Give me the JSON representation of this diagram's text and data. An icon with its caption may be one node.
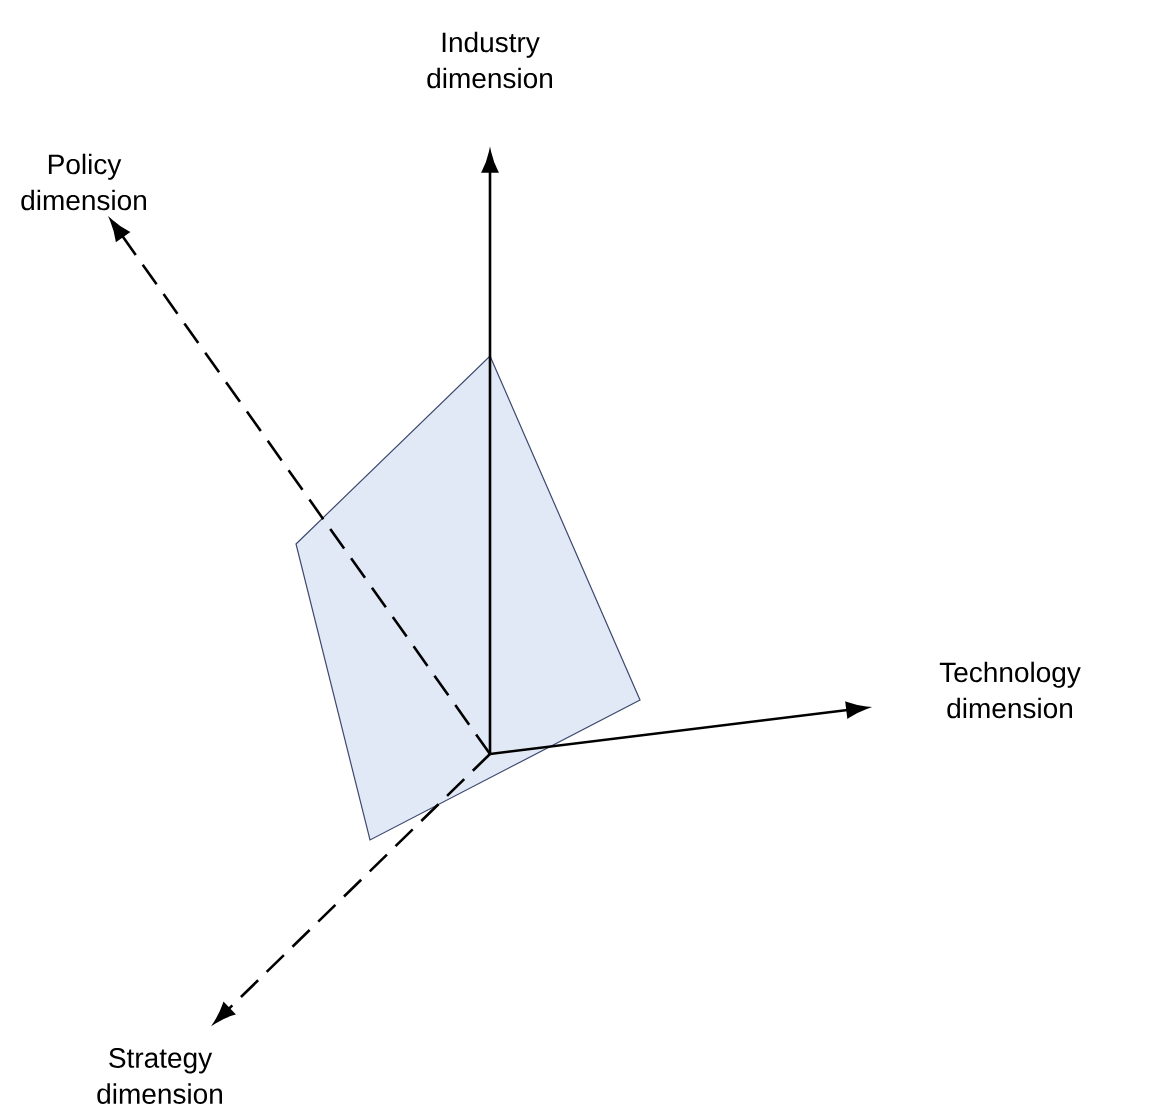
{
  "diagram": {
    "nodes": [
      {
        "text": [
          "Industry dimension"
        ]
      },
      {
        "text": [
          "Policy dimension"
        ]
      },
      {
        "text": [
          "Technology dimension"
        ]
      },
      {
        "text": [
          "Strategy dimension"
        ]
      }
    ],
    "edges": [
      {
        "from": null,
        "to": 0,
        "arrow": "to"
      },
      {
        "from": null,
        "to": 1,
        "arrow": "to",
        "style": "dashed"
      },
      {
        "from": null,
        "to": 2,
        "arrow": "to"
      },
      {
        "from": null,
        "to": 3,
        "arrow": "to",
        "style": "dashed"
      }
    ]
  }
}
